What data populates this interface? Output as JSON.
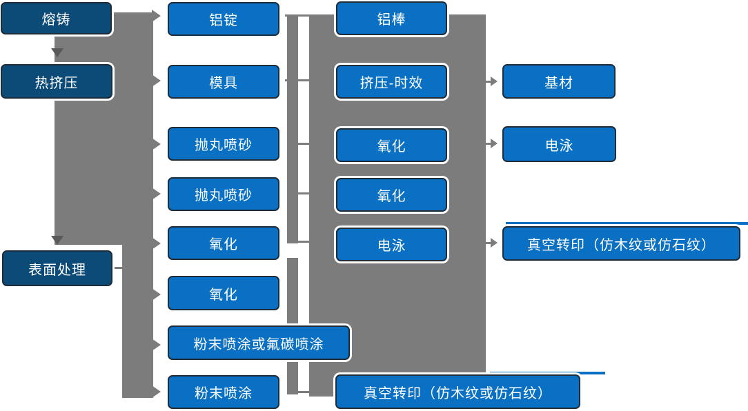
{
  "diagram": {
    "type": "flowchart",
    "stage1": {
      "melt_casting": "熔铸",
      "hot_extrusion": "热挤压",
      "surface_treatment": "表面处理"
    },
    "stage2": {
      "aluminum_ingot": "铝锭",
      "mold": "模具",
      "shot_blast_sand_1": "抛丸喷砂",
      "shot_blast_sand_2": "抛丸喷砂",
      "oxidation_1": "氧化",
      "oxidation_2": "氧化",
      "powder_or_fluorocarbon_coating": "粉末喷涂或氟碳喷涂",
      "powder_coating": "粉末喷涂"
    },
    "stage3": {
      "aluminum_rod": "铝棒",
      "extrusion_aging": "挤压-时效",
      "oxidation_3": "氧化",
      "oxidation_4": "氧化",
      "electrophoresis_1": "电泳",
      "vacuum_transfer_bottom": "真空转印（仿木纹或仿石纹）"
    },
    "stage4": {
      "base_material": "基材",
      "electrophoresis_2": "电泳",
      "vacuum_transfer_right": "真空转印（仿木纹或仿石纹）"
    },
    "colors": {
      "process_box_blue": "#0a70c4",
      "stage_box_dark_blue": "#0c4a78",
      "connector_gray": "#7c7c7c",
      "down_arrow_dark_gray": "#595959",
      "box_border": "#1e2b38",
      "text": "#ffffff",
      "background": "#ffffff"
    }
  }
}
